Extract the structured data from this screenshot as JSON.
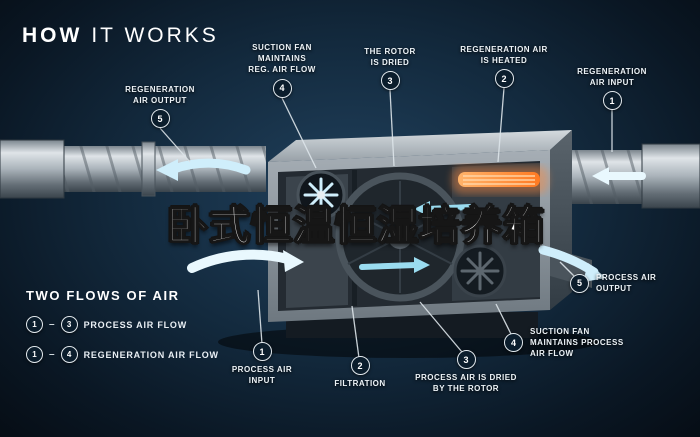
{
  "title": {
    "how": "HOW",
    "it_works": "IT WORKS"
  },
  "watermark": "卧式恒温恒湿培养箱",
  "callouts": [
    {
      "num": "5",
      "label": "REGENERATION\nAIR OUTPUT"
    },
    {
      "num": "4",
      "label": "SUCTION FAN\nMAINTAINS\nREG. AIR FLOW"
    },
    {
      "num": "3",
      "label": "THE ROTOR\nIS DRIED"
    },
    {
      "num": "2",
      "label": "REGENERATION AIR\nIS HEATED"
    },
    {
      "num": "1",
      "label": "REGENERATION\nAIR INPUT"
    },
    {
      "num": "5",
      "label": "PROCESS AIR\nOUTPUT"
    },
    {
      "num": "4",
      "label": "SUCTION FAN\nMAINTAINS PROCESS\nAIR FLOW"
    },
    {
      "num": "1",
      "label": "PROCESS AIR\nINPUT"
    },
    {
      "num": "2",
      "label": "FILTRATION"
    },
    {
      "num": "3",
      "label": "PROCESS AIR IS DRIED\nBY THE ROTOR"
    }
  ],
  "legend": {
    "heading": "TWO FLOWS OF AIR",
    "separator": "–",
    "rows": [
      {
        "from": "1",
        "to": "3",
        "label": "PROCESS AIR FLOW"
      },
      {
        "from": "1",
        "to": "4",
        "label": "REGENERATION AIR FLOW"
      }
    ]
  },
  "colors": {
    "background": "#0d1b29",
    "flow_accent": "#bfe9fa",
    "heater_orange": "#ff8a3c",
    "metal": "#aeb6bc",
    "text": "#eef4f8"
  }
}
